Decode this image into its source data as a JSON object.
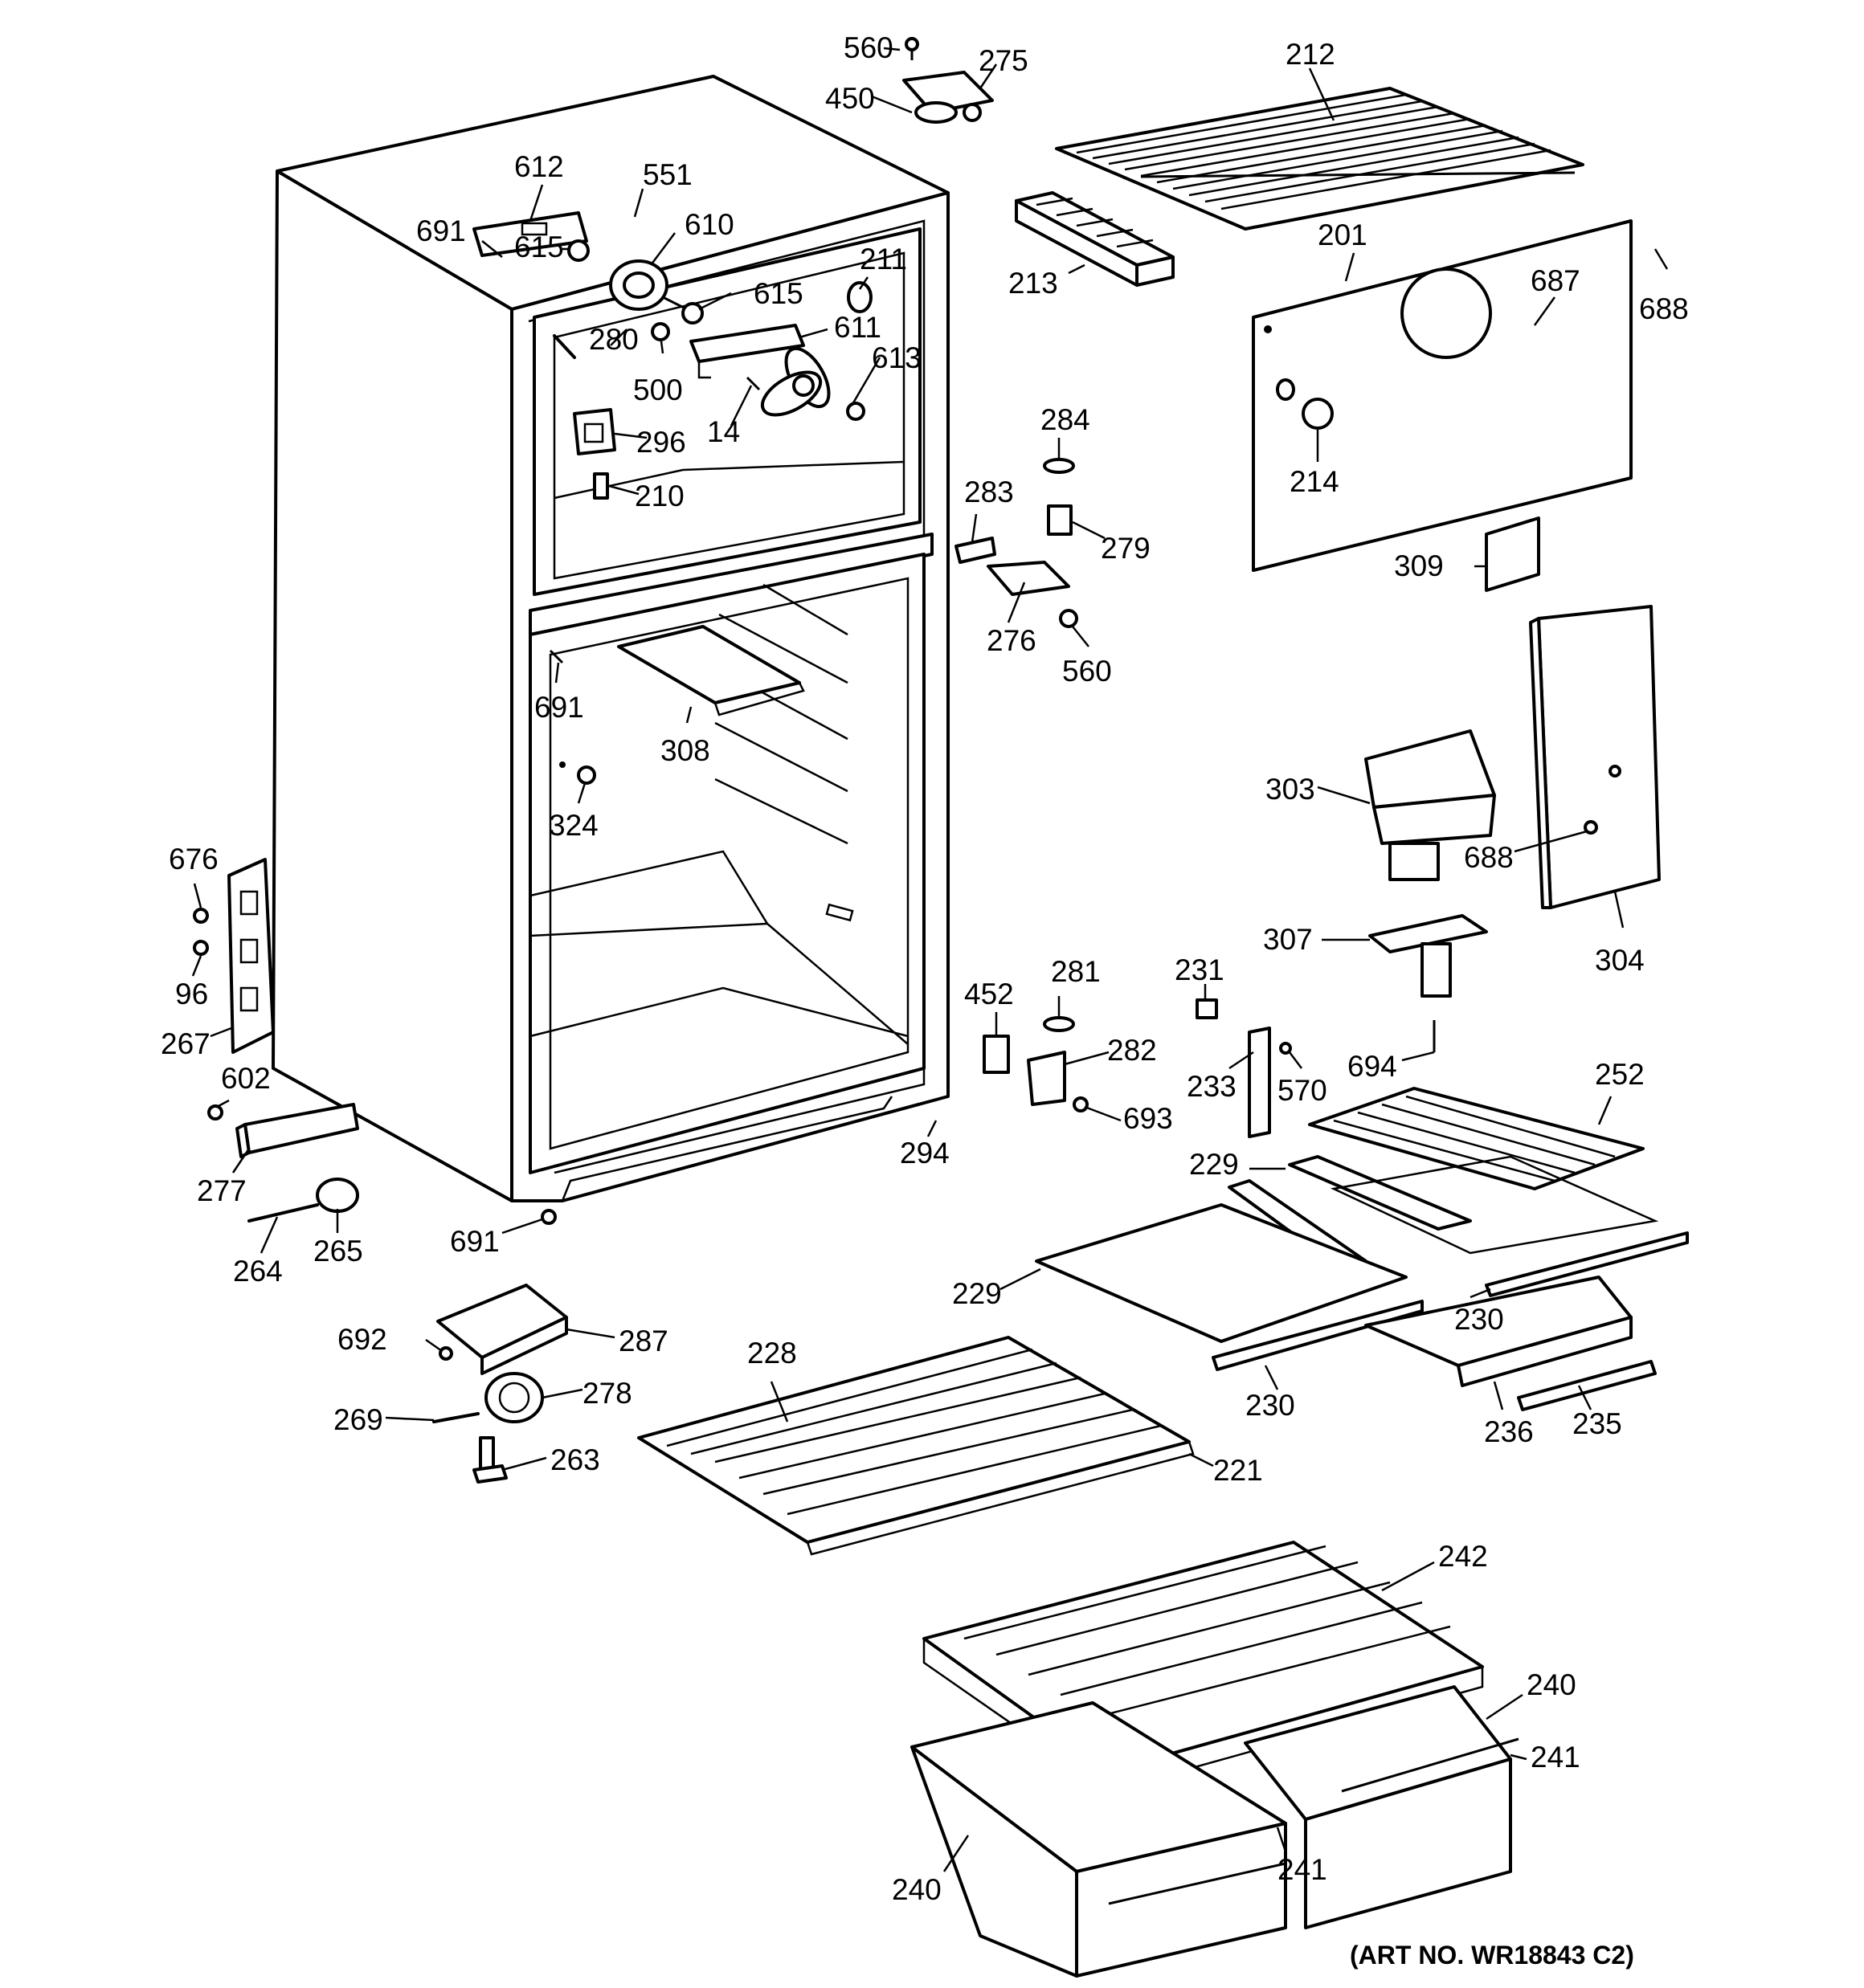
{
  "figure": {
    "art_number": "(ART NO. WR18843 C2)"
  },
  "callouts": [
    {
      "id": "c560a",
      "text": "560"
    },
    {
      "id": "c275",
      "text": "275"
    },
    {
      "id": "c450",
      "text": "450"
    },
    {
      "id": "c212",
      "text": "212"
    },
    {
      "id": "c612",
      "text": "612"
    },
    {
      "id": "c551",
      "text": "551"
    },
    {
      "id": "c691a",
      "text": "691"
    },
    {
      "id": "c615a",
      "text": "615"
    },
    {
      "id": "c610",
      "text": "610"
    },
    {
      "id": "c211",
      "text": "211"
    },
    {
      "id": "c615b",
      "text": "615"
    },
    {
      "id": "c280",
      "text": "280"
    },
    {
      "id": "c611",
      "text": "611"
    },
    {
      "id": "c500",
      "text": "500"
    },
    {
      "id": "c613",
      "text": "613"
    },
    {
      "id": "c14",
      "text": "14"
    },
    {
      "id": "c296",
      "text": "296"
    },
    {
      "id": "c210",
      "text": "210"
    },
    {
      "id": "c213",
      "text": "213"
    },
    {
      "id": "c201",
      "text": "201"
    },
    {
      "id": "c687",
      "text": "687"
    },
    {
      "id": "c688a",
      "text": "688"
    },
    {
      "id": "c214",
      "text": "214"
    },
    {
      "id": "c284",
      "text": "284"
    },
    {
      "id": "c279",
      "text": "279"
    },
    {
      "id": "c283",
      "text": "283"
    },
    {
      "id": "c309",
      "text": "309"
    },
    {
      "id": "c276",
      "text": "276"
    },
    {
      "id": "c560b",
      "text": "560"
    },
    {
      "id": "c691b",
      "text": "691"
    },
    {
      "id": "c308",
      "text": "308"
    },
    {
      "id": "c324",
      "text": "324"
    },
    {
      "id": "c303",
      "text": "303"
    },
    {
      "id": "c688b",
      "text": "688"
    },
    {
      "id": "c304",
      "text": "304"
    },
    {
      "id": "c307",
      "text": "307"
    },
    {
      "id": "c676",
      "text": "676"
    },
    {
      "id": "c96",
      "text": "96"
    },
    {
      "id": "c267",
      "text": "267"
    },
    {
      "id": "c602",
      "text": "602"
    },
    {
      "id": "c277",
      "text": "277"
    },
    {
      "id": "c264",
      "text": "264"
    },
    {
      "id": "c265",
      "text": "265"
    },
    {
      "id": "c691c",
      "text": "691"
    },
    {
      "id": "c452",
      "text": "452"
    },
    {
      "id": "c281",
      "text": "281"
    },
    {
      "id": "c282",
      "text": "282"
    },
    {
      "id": "c693",
      "text": "693"
    },
    {
      "id": "c294",
      "text": "294"
    },
    {
      "id": "c231",
      "text": "231"
    },
    {
      "id": "c233",
      "text": "233"
    },
    {
      "id": "c570",
      "text": "570"
    },
    {
      "id": "c694",
      "text": "694"
    },
    {
      "id": "c252",
      "text": "252"
    },
    {
      "id": "c229a",
      "text": "229"
    },
    {
      "id": "c229b",
      "text": "229"
    },
    {
      "id": "c230a",
      "text": "230"
    },
    {
      "id": "c230b",
      "text": "230"
    },
    {
      "id": "c236",
      "text": "236"
    },
    {
      "id": "c235",
      "text": "235"
    },
    {
      "id": "c692",
      "text": "692"
    },
    {
      "id": "c287",
      "text": "287"
    },
    {
      "id": "c278",
      "text": "278"
    },
    {
      "id": "c269",
      "text": "269"
    },
    {
      "id": "c263",
      "text": "263"
    },
    {
      "id": "c228",
      "text": "228"
    },
    {
      "id": "c221",
      "text": "221"
    },
    {
      "id": "c242",
      "text": "242"
    },
    {
      "id": "c240a",
      "text": "240"
    },
    {
      "id": "c241a",
      "text": "241"
    },
    {
      "id": "c241b",
      "text": "241"
    },
    {
      "id": "c240b",
      "text": "240"
    }
  ]
}
